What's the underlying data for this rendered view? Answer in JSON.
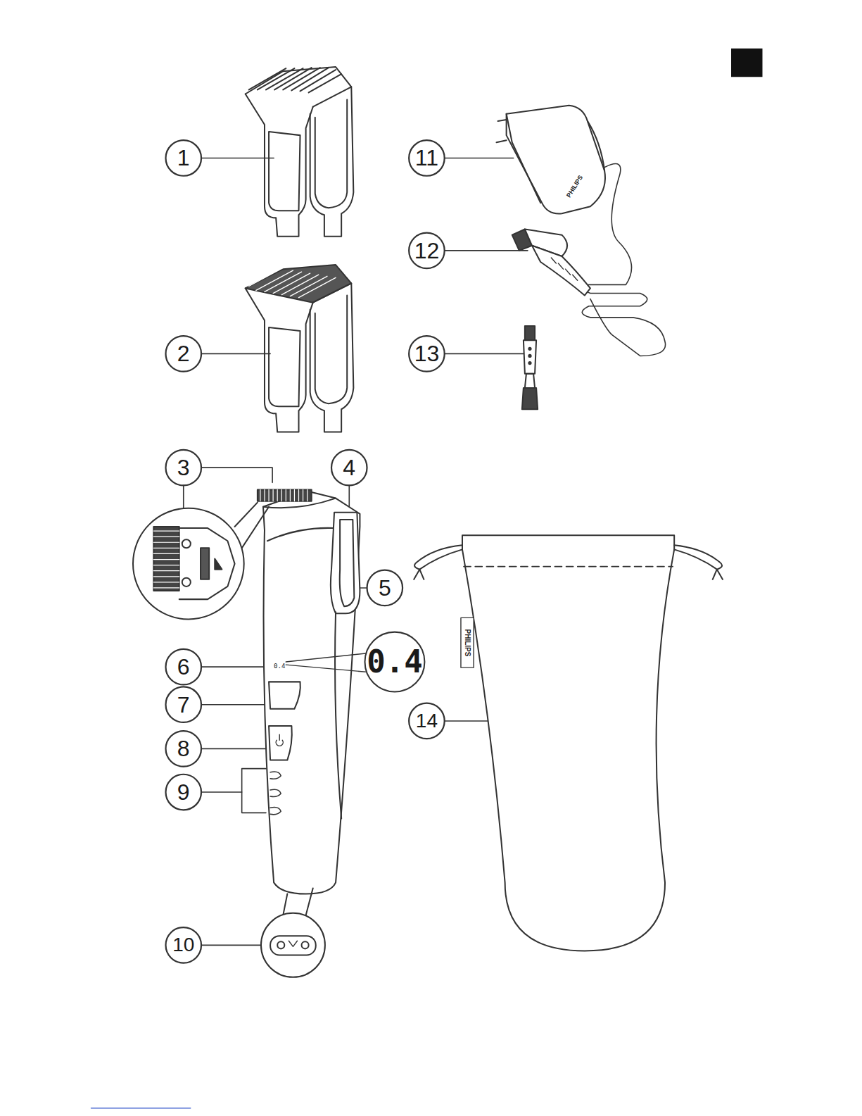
{
  "diagram": {
    "labels": [
      "1",
      "11",
      "12",
      "2",
      "13",
      "3",
      "4",
      "5",
      "6",
      "0.4",
      "0.4",
      "7",
      "8",
      "9",
      "10",
      "14",
      "PHILIPS",
      "PHILIPS"
    ]
  }
}
